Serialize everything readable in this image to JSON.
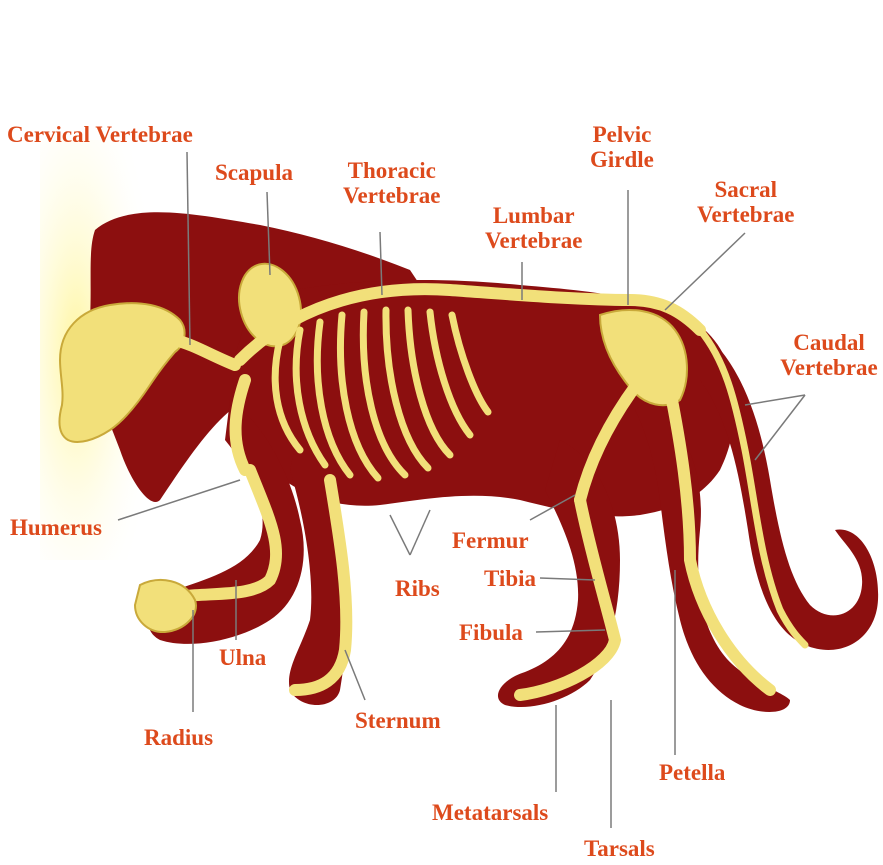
{
  "colors": {
    "label": "#dd4a1c",
    "body": "#8c0f0f",
    "body_dark": "#6e0606",
    "bone": "#f2e07a",
    "bone_shade": "#c9a93a",
    "leader": "#7a7a7a",
    "glow": "#fff8b0"
  },
  "labels": {
    "cervical": "Cervical Vertebrae",
    "scapula": "Scapula",
    "thoracic_1": "Thoracic",
    "thoracic_2": "Vertebrae",
    "lumbar_1": "Lumbar",
    "lumbar_2": "Vertebrae",
    "pelvic_1": "Pelvic",
    "pelvic_2": "Girdle",
    "sacral_1": "Sacral",
    "sacral_2": "Vertebrae",
    "caudal_1": "Caudal",
    "caudal_2": "Vertebrae",
    "humerus": "Humerus",
    "fermur": "Fermur",
    "tibia": "Tibia",
    "ribs": "Ribs",
    "fibula": "Fibula",
    "ulna": "Ulna",
    "radius": "Radius",
    "sternum": "Sternum",
    "petella": "Petella",
    "metatarsals": "Metatarsals",
    "tarsals": "Tarsals"
  }
}
